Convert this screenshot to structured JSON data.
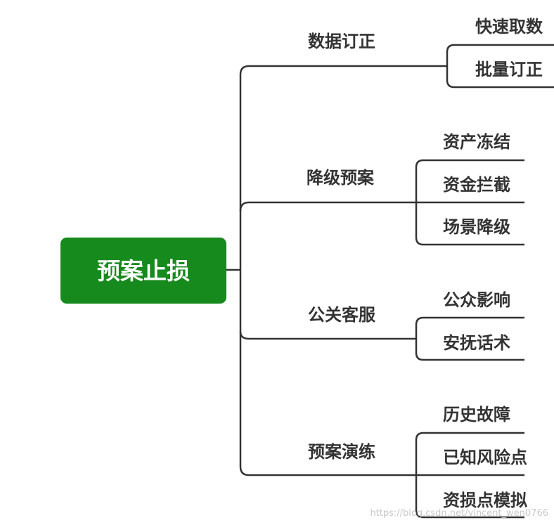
{
  "root": {
    "label": "预案止损",
    "color": "#178a1e",
    "text_color": "#ffffff"
  },
  "line_color": "#333333",
  "branches": [
    {
      "label": "数据订正",
      "children": [
        "快速取数",
        "批量订正"
      ]
    },
    {
      "label": "降级预案",
      "children": [
        "资产冻结",
        "资金拦截",
        "场景降级"
      ]
    },
    {
      "label": "公关客服",
      "children": [
        "公众影响",
        "安抚话术"
      ]
    },
    {
      "label": "预案演练",
      "children": [
        "历史故障",
        "已知风险点",
        "资损点模拟"
      ]
    }
  ],
  "watermark": "https://blog.csdn.net/vincent_wen0766"
}
